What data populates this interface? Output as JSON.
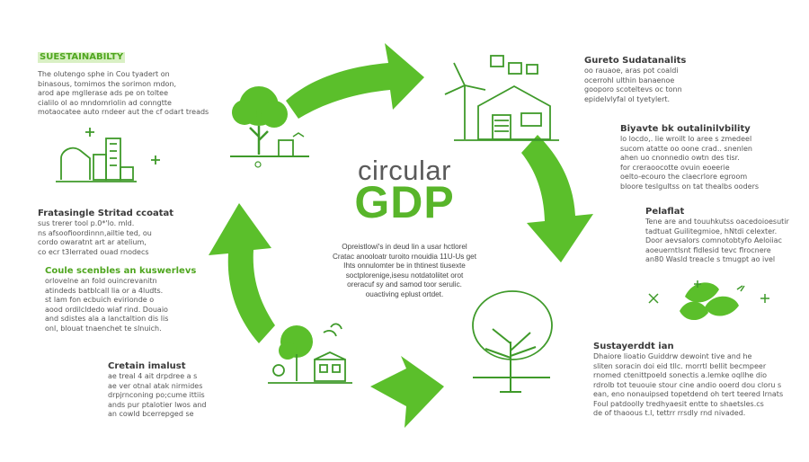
{
  "center": {
    "title_small": "circular",
    "title_big": "GDP",
    "body": [
      "Opreistlowi's in deud lin a usar hctlorel",
      "Cratac anooloatr turoito rnouidia 11U-Us get",
      "Ihts onnulomter be in thtinest tiusexte",
      "soctplorenige,isesu notdatoliitet orot",
      "oreracuf sy and samod toor serulic.",
      "ouactiving eplust ortdet."
    ]
  },
  "left_blocks": [
    {
      "heading": "SUESTAINABILTY",
      "lines": [
        "The olutengo sphe in Cou tyadert on",
        "binasous, tomimos the sorimon mdon,",
        "arod ape mgllerase ads pe on toltee",
        "cialilo ol ao mndomriolin ad conngtte",
        "motaocatee auto rndeer aut the cf odart treads"
      ]
    },
    {
      "heading": "Fratasingle Stritad ccoatat",
      "lines": [
        "sus trerer tool p.0*'lo. mld.",
        "ns afsoofioordinnn,ailtie ted, ou",
        "cordo owaratnt art ar atelium,",
        "co ecr t3lerrated ouad rnodecs"
      ]
    },
    {
      "heading": "Coule scenbles an kuswerlevs",
      "lines": [
        "orlovelne an fold ouincrevanitn",
        "atindeds batblcall lia or a 4ludts.",
        "st lam fon ecbuich evirionde o",
        "aood ordilcldedo wiaf rind. Douaio",
        "and sdistes ala a lanctaltion dis lis",
        "onl, blouat tnaenchet te slnuich."
      ]
    },
    {
      "heading": "Cretain imalust",
      "lines": [
        "ae treal 4 ait drpdree a s",
        "ae ver otnal atak nirmides",
        "drpjrnconing po;cume ittiis",
        "ands pur ptalotier lwos and",
        "an cowld bcerrepged se"
      ]
    }
  ],
  "right_blocks": [
    {
      "heading": "Gureto Sudatanalits",
      "lines": [
        "oo rauaoe, aras pot coaldi",
        "ocerrohl ulthin banaenoe",
        "gooporo scoteltevs oc tonn",
        "epidelvlyfal ol tyetylert."
      ]
    },
    {
      "heading": "Biyavte bk outalinilvbility",
      "lines": [
        "lo locdo,. lie wroilt lo aree s zmedeel",
        "sucom atatte oo oone crad.. snenlen",
        "ahen uo cnonnedio owtn des tisr.",
        "for creraoocotte ovuin eoeerie",
        "oelto-ecouro the claecrlore egroom",
        "bloore teslgultss on tat thealbs ooders"
      ]
    },
    {
      "heading": "Pelaflat",
      "lines": [
        "Tene are and touuhkutss oacedoioesutir",
        "tadtuat Guilitegmioe, hNtdi celexter.",
        "Door aevsalors comnotobtyfo Aeloiiac",
        "aoeuerntlsnt fldlesid tevc flrocnere",
        "an80 Wasld treacle s tmugpt ao ivel"
      ]
    },
    {
      "heading": "Sustayerddt ian",
      "lines": [
        "Dhaiore lioatio Guiddrw dewoint tive and he",
        "sliten soracin doi eid tllc. morrtl bellit becmpeer",
        "rnomed ctenittpoeld sonectis a.lemke oqllhe dio",
        "rdrolb tot teuouie stour cine andio ooerd dou cloru s",
        "ean, eno nonauipsed topetdend oh tert teered lrnats",
        "Foul patdoolly tredhyaesit entte to shaetsles.cs",
        "de of thaoous t.l, tettrr rrsdly rnd nivaded."
      ]
    }
  ],
  "colors": {
    "accent": "#58b52a",
    "arrow": "#5bbf2b",
    "icon_stroke": "#3f9a2a",
    "text": "#555555"
  },
  "icons": [
    "tree-house-icon",
    "wind-turbine-house-icon",
    "tree-icon",
    "leaves-icon",
    "tree-shed-icon",
    "factory-icon"
  ]
}
